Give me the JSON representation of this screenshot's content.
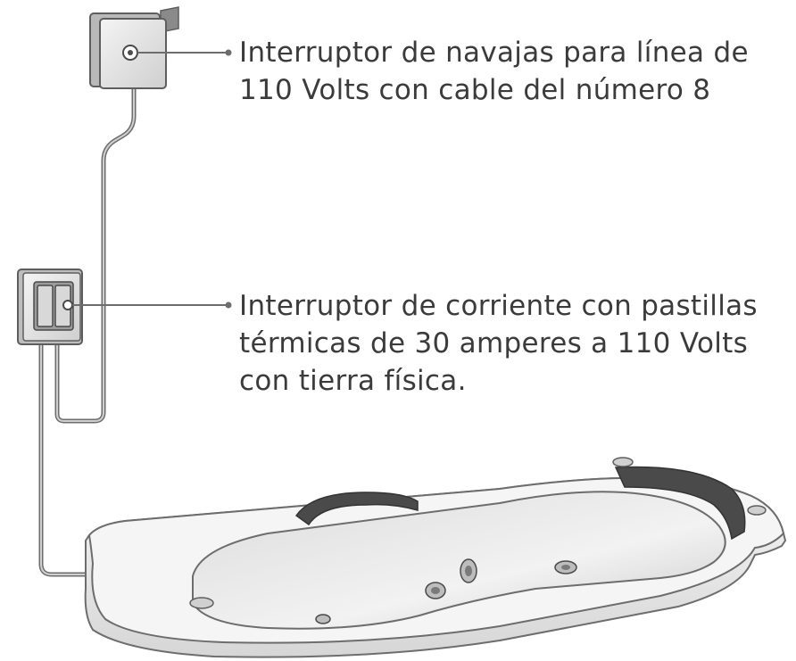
{
  "callouts": [
    {
      "id": "knife-switch",
      "lines": [
        "Interruptor de navajas para línea de",
        "110 Volts con cable del número 8"
      ]
    },
    {
      "id": "breaker-switch",
      "lines": [
        "Interruptor de corriente con pastillas",
        "térmicas de 30 amperes a 110 Volts",
        "con tierra física."
      ]
    }
  ],
  "colors": {
    "text": "#3b3b3b",
    "line": "#6d6d6d",
    "device": "#e2e2e2",
    "device_dark": "#8a8a8a",
    "tub": "#eeeeee",
    "tub_shadow": "#bdbdbd",
    "headrest": "#4a4a4a"
  }
}
